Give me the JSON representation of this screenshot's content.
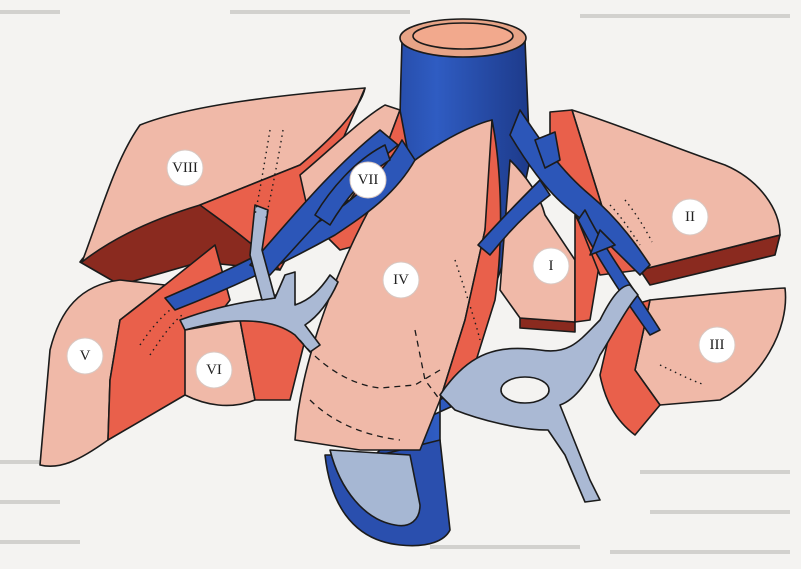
{
  "diagram": {
    "segments": [
      {
        "id": "I",
        "label": "I"
      },
      {
        "id": "II",
        "label": "II"
      },
      {
        "id": "III",
        "label": "III"
      },
      {
        "id": "IV",
        "label": "IV"
      },
      {
        "id": "V",
        "label": "V"
      },
      {
        "id": "VI",
        "label": "VI"
      },
      {
        "id": "VII",
        "label": "VII"
      },
      {
        "id": "VIII",
        "label": "VIII"
      }
    ],
    "colors": {
      "liver_light": "#f0b9a8",
      "liver_cut": "#e9604b",
      "liver_dark": "#8a2a1f",
      "hepatic_vein": "#2c56b8",
      "portal_vein": "#aab9d4",
      "vessel_lumen": "#f2a98d"
    }
  }
}
